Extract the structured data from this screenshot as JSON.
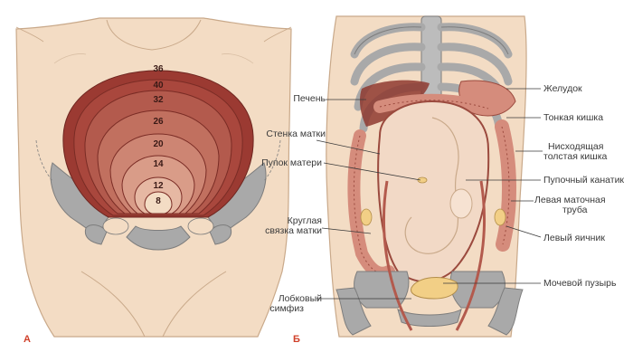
{
  "panels": {
    "left_letter": "А",
    "right_letter": "Б"
  },
  "fundal_heights": [
    "36",
    "40",
    "32",
    "26",
    "20",
    "14",
    "12",
    "8"
  ],
  "labels": {
    "liver": "Печень",
    "uterine_wall": "Стенка матки",
    "navel": "Пупок матери",
    "round_ligament_1": "Круглая",
    "round_ligament_2": "связка матки",
    "pubic_symphysis_1": "Лобковый",
    "pubic_symphysis_2": "симфиз",
    "stomach": "Желудок",
    "small_intestine": "Тонкая кишка",
    "descending_colon_1": "Нисходящая",
    "descending_colon_2": "толстая кишка",
    "umbilical_cord": "Пупочный канатик",
    "fallopian_tube_1": "Левая маточная",
    "fallopian_tube_2": "труба",
    "left_ovary": "Левый яичник",
    "bladder": "Мочевой пузырь"
  },
  "colors": {
    "skin": "#f3dcc4",
    "skin_outline": "#c9a98a",
    "uterus_dark": "#9b3a32",
    "uterus_light": "#d9a08a",
    "bone": "#a9a9a9",
    "bone_outline": "#7d7d7d",
    "intestine": "#d58c7c",
    "bladder": "#f2cf86",
    "letter": "#d0402a"
  }
}
